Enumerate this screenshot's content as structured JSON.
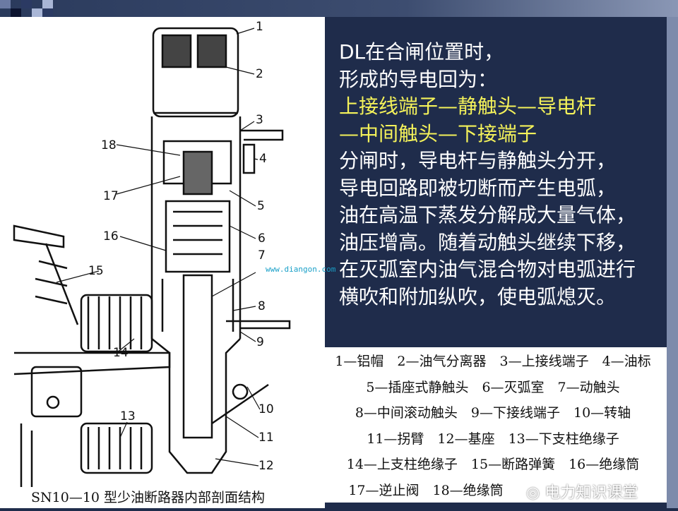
{
  "figure": {
    "caption": "SN10—10 型少油断路器内部剖面结构",
    "part_numbers": [
      "1",
      "2",
      "3",
      "4",
      "5",
      "6",
      "7",
      "8",
      "9",
      "10",
      "11",
      "12",
      "13",
      "14",
      "15",
      "16",
      "17",
      "18"
    ],
    "watermark_url": "www.diangon.com"
  },
  "description": {
    "line1": "DL在合闸位置时，",
    "line2": "形成的导电回为：",
    "path1": "上接线端子—静触头—导电杆",
    "path2": "—中间触头—下接端子",
    "line5": "分闸时，导电杆与静触头分开，",
    "line6": "导电回路即被切断而产生电弧，",
    "line7": "油在高温下蒸发分解成大量气体，",
    "line8": "油压增高。随着动触头继续下移，",
    "line9": "在灭弧室内油气混合物对电弧进行",
    "line10": "横吹和附加纵吹，使电弧熄灭。"
  },
  "legend": {
    "rows": [
      "1—铝帽　2—油气分离器　3—上接线端子　4—油标",
      "5—插座式静触头　6—灭弧室　7—动触头",
      "8—中间滚动触头　9—下接线端子　10—转轴",
      "11—拐臂　12—基座　13—下支柱绝缘子",
      "14—上支柱绝缘子　15—断路弹簧　16—绝缘筒",
      "17—逆止阀　18—绝缘筒"
    ]
  },
  "watermark": {
    "text": "电力知识课堂",
    "icon": "wechat-icon"
  },
  "colors": {
    "background": "#1f2c4b",
    "highlight": "#f4f25a",
    "text": "#ffffff"
  }
}
